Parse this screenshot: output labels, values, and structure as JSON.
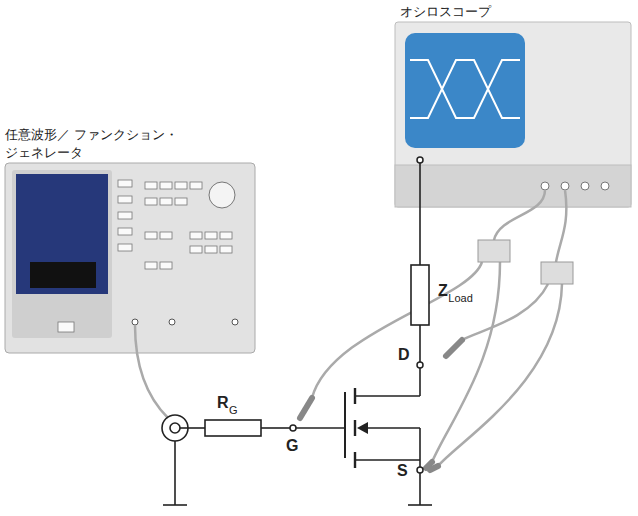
{
  "diagram": {
    "nodes": [
      {
        "text": [
          "オシロスコープ"
        ]
      },
      {
        "text": [
          "任意波形／ ファンクション・ジェネレータ"
        ]
      }
    ],
    "labels": [
      "Z",
      "Load",
      "D",
      "R",
      "G",
      "G",
      "S"
    ]
  }
}
